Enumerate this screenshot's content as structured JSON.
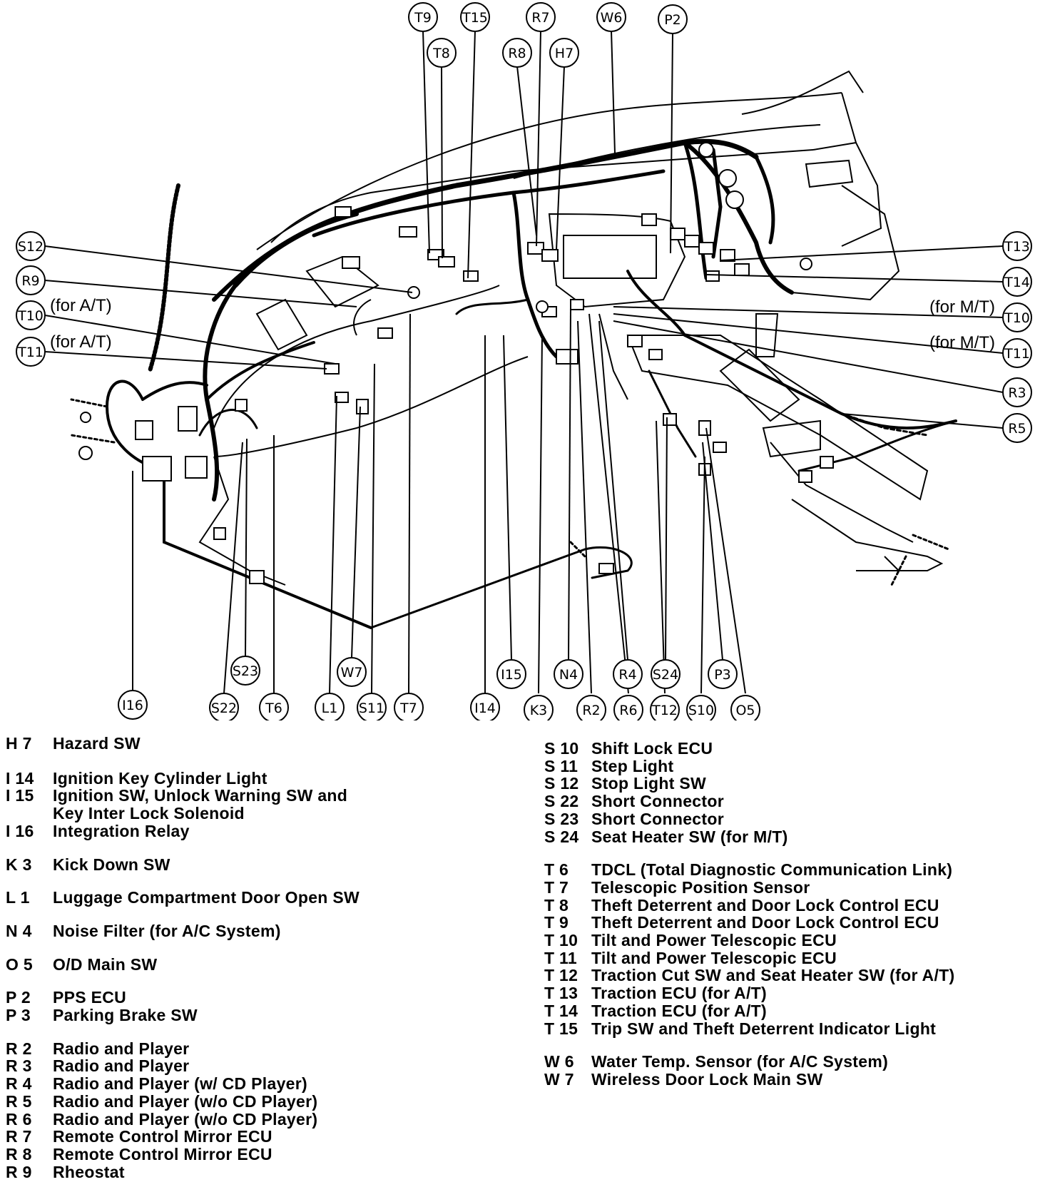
{
  "callouts": {
    "top": [
      "T9",
      "T15",
      "R7",
      "W6",
      "P2",
      "T8",
      "R8",
      "H7"
    ],
    "left": [
      "S12",
      "R9",
      "T10",
      "T11"
    ],
    "right": [
      "T13",
      "T14",
      "T10",
      "T11",
      "R3",
      "R5"
    ],
    "bottom": [
      "S23",
      "W7",
      "I15",
      "N4",
      "R4",
      "S24",
      "P3",
      "I16",
      "S22",
      "T6",
      "L1",
      "S11",
      "T7",
      "I14",
      "K3",
      "R2",
      "R6",
      "T12",
      "S10",
      "O5"
    ]
  },
  "notes": {
    "t10_left": "(for A/T)",
    "t11_left": "(for A/T)",
    "t10_right": "(for M/T)",
    "t11_right": "(for M/T)"
  },
  "legend_left": [
    [
      {
        "code": "H  7",
        "desc": "Hazard SW"
      }
    ],
    [
      {
        "code": "I  14",
        "desc": "Ignition Key Cylinder Light"
      },
      {
        "code": "I  15",
        "desc": "Ignition SW, Unlock Warning SW and"
      },
      {
        "code": "",
        "desc": "Key Inter Lock Solenoid"
      },
      {
        "code": "I  16",
        "desc": "Integration Relay"
      }
    ],
    [
      {
        "code": "K  3",
        "desc": "Kick Down SW"
      }
    ],
    [
      {
        "code": "L  1",
        "desc": "Luggage Compartment Door Open SW"
      }
    ],
    [
      {
        "code": "N  4",
        "desc": "Noise Filter (for A/C System)"
      }
    ],
    [
      {
        "code": "O  5",
        "desc": "O/D Main SW"
      }
    ],
    [
      {
        "code": "P  2",
        "desc": "PPS ECU"
      },
      {
        "code": "P  3",
        "desc": "Parking Brake SW"
      }
    ],
    [
      {
        "code": "R  2",
        "desc": "Radio and Player"
      },
      {
        "code": "R  3",
        "desc": "Radio and Player"
      },
      {
        "code": "R  4",
        "desc": "Radio and Player (w/ CD Player)"
      },
      {
        "code": "R  5",
        "desc": "Radio and Player (w/o CD Player)"
      },
      {
        "code": "R  6",
        "desc": "Radio and Player (w/o CD Player)"
      },
      {
        "code": "R  7",
        "desc": "Remote Control Mirror ECU"
      },
      {
        "code": "R  8",
        "desc": "Remote Control Mirror ECU"
      },
      {
        "code": "R  9",
        "desc": "Rheostat"
      }
    ]
  ],
  "legend_right": [
    [
      {
        "code": "S 10",
        "desc": "Shift Lock ECU"
      },
      {
        "code": "S 11",
        "desc": "Step Light"
      },
      {
        "code": "S 12",
        "desc": "Stop Light SW"
      },
      {
        "code": "S 22",
        "desc": "Short Connector"
      },
      {
        "code": "S 23",
        "desc": "Short Connector"
      },
      {
        "code": "S 24",
        "desc": "Seat Heater SW (for M/T)"
      }
    ],
    [
      {
        "code": "T  6",
        "desc": "TDCL (Total Diagnostic Communication Link)"
      },
      {
        "code": "T  7",
        "desc": "Telescopic Position Sensor"
      },
      {
        "code": "T  8",
        "desc": "Theft Deterrent and Door Lock Control ECU"
      },
      {
        "code": "T  9",
        "desc": "Theft Deterrent and Door Lock Control ECU"
      },
      {
        "code": "T 10",
        "desc": "Tilt and Power Telescopic ECU"
      },
      {
        "code": "T 11",
        "desc": "Tilt and Power Telescopic ECU"
      },
      {
        "code": "T 12",
        "desc": "Traction Cut SW and Seat Heater SW (for A/T)"
      },
      {
        "code": "T 13",
        "desc": "Traction ECU (for A/T)"
      },
      {
        "code": "T 14",
        "desc": "Traction ECU (for A/T)"
      },
      {
        "code": "T 15",
        "desc": "Trip SW and Theft Deterrent Indicator Light"
      }
    ],
    [
      {
        "code": "W 6",
        "desc": "Water Temp. Sensor (for A/C System)"
      },
      {
        "code": "W 7",
        "desc": "Wireless Door Lock Main SW"
      }
    ]
  ]
}
